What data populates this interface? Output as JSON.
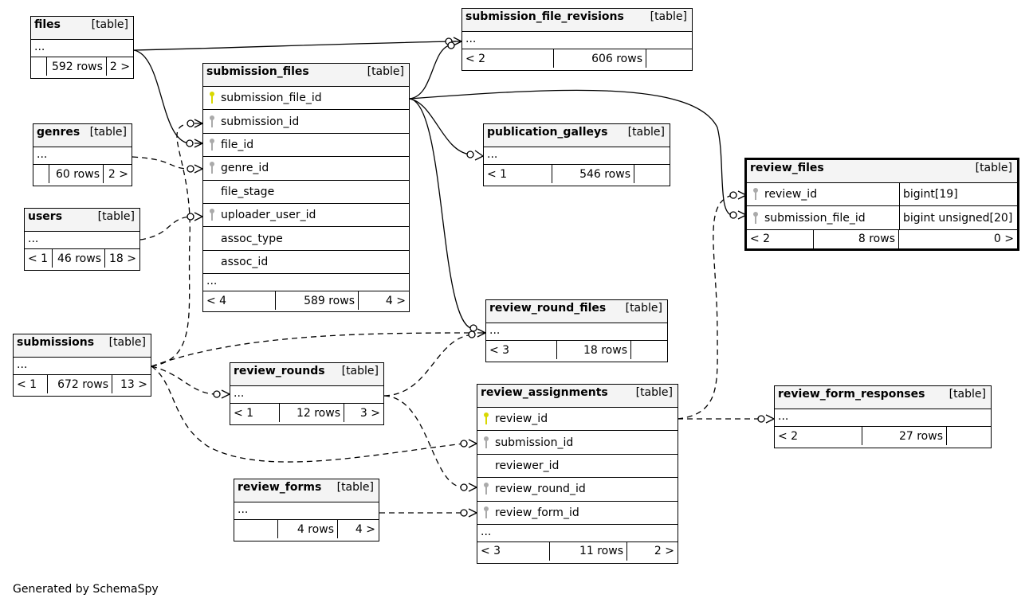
{
  "footer_text": "Generated by SchemaSpy",
  "colors": {
    "primary_key": "#d8d800",
    "foreign_key": "#aaaaaa",
    "header_bg": "#f4f4f4"
  },
  "tables": {
    "files": {
      "name": "files",
      "type": "[table]",
      "ellipsis": "...",
      "left": "",
      "rows": "592 rows",
      "right": "2 >"
    },
    "submission_file_revisions": {
      "name": "submission_file_revisions",
      "type": "[table]",
      "ellipsis": "...",
      "left": "< 2",
      "rows": "606 rows",
      "right": ""
    },
    "submission_files": {
      "name": "submission_files",
      "type": "[table]",
      "columns": [
        {
          "name": "submission_file_id",
          "key": "pk"
        },
        {
          "name": "submission_id",
          "key": "fk"
        },
        {
          "name": "file_id",
          "key": "fk"
        },
        {
          "name": "genre_id",
          "key": "fk"
        },
        {
          "name": "file_stage",
          "key": ""
        },
        {
          "name": "uploader_user_id",
          "key": "fk"
        },
        {
          "name": "assoc_type",
          "key": ""
        },
        {
          "name": "assoc_id",
          "key": ""
        }
      ],
      "ellipsis": "...",
      "left": "< 4",
      "rows": "589 rows",
      "right": "4 >"
    },
    "genres": {
      "name": "genres",
      "type": "[table]",
      "ellipsis": "...",
      "left": "",
      "rows": "60 rows",
      "right": "2 >"
    },
    "users": {
      "name": "users",
      "type": "[table]",
      "ellipsis": "...",
      "left": "< 1",
      "rows": "46 rows",
      "right": "18 >"
    },
    "publication_galleys": {
      "name": "publication_galleys",
      "type": "[table]",
      "ellipsis": "...",
      "left": "< 1",
      "rows": "546 rows",
      "right": ""
    },
    "review_files": {
      "name": "review_files",
      "type": "[table]",
      "columns": [
        {
          "name": "review_id",
          "key": "fk",
          "datatype": "bigint[19]"
        },
        {
          "name": "submission_file_id",
          "key": "fk",
          "datatype": "bigint unsigned[20]"
        }
      ],
      "left": "< 2",
      "rows": "8 rows",
      "right": "0 >"
    },
    "review_round_files": {
      "name": "review_round_files",
      "type": "[table]",
      "ellipsis": "...",
      "left": "< 3",
      "rows": "18 rows",
      "right": ""
    },
    "submissions": {
      "name": "submissions",
      "type": "[table]",
      "ellipsis": "...",
      "left": "< 1",
      "rows": "672 rows",
      "right": "13 >"
    },
    "review_rounds": {
      "name": "review_rounds",
      "type": "[table]",
      "ellipsis": "...",
      "left": "< 1",
      "rows": "12 rows",
      "right": "3 >"
    },
    "review_assignments": {
      "name": "review_assignments",
      "type": "[table]",
      "columns": [
        {
          "name": "review_id",
          "key": "pk"
        },
        {
          "name": "submission_id",
          "key": "fk"
        },
        {
          "name": "reviewer_id",
          "key": ""
        },
        {
          "name": "review_round_id",
          "key": "fk"
        },
        {
          "name": "review_form_id",
          "key": "fk"
        }
      ],
      "ellipsis": "...",
      "left": "< 3",
      "rows": "11 rows",
      "right": "2 >"
    },
    "review_form_responses": {
      "name": "review_form_responses",
      "type": "[table]",
      "ellipsis": "...",
      "left": "< 2",
      "rows": "27 rows",
      "right": ""
    },
    "review_forms": {
      "name": "review_forms",
      "type": "[table]",
      "ellipsis": "...",
      "left": "",
      "rows": "4 rows",
      "right": "4 >"
    }
  }
}
